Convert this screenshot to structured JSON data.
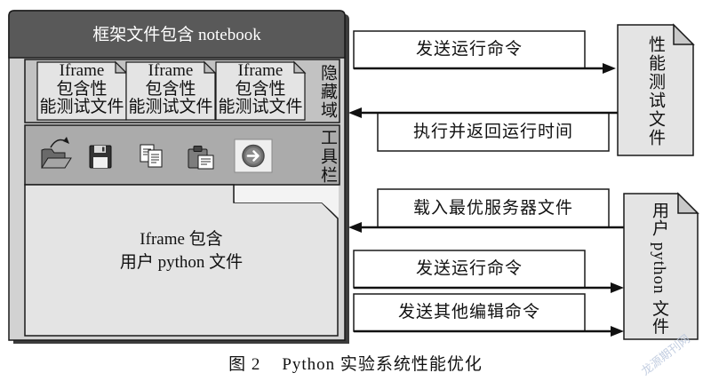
{
  "frame": {
    "title": "框架文件包含 notebook",
    "hidden_area": {
      "label": "隐藏域",
      "files": [
        {
          "lines": [
            "Iframe",
            "包含性",
            "能测试文件"
          ]
        },
        {
          "lines": [
            "Iframe",
            "包含性",
            "能测试文件"
          ]
        },
        {
          "lines": [
            "Iframe",
            "包含性",
            "能测试文件"
          ]
        }
      ]
    },
    "toolbar": {
      "label": "工具栏",
      "icons": [
        "open-folder-icon",
        "save-disk-icon",
        "copy-icon",
        "paste-icon",
        "run-arrow-icon"
      ]
    },
    "main_file": {
      "lines": [
        "Iframe 包含",
        "用户 python 文件"
      ]
    }
  },
  "flows": [
    {
      "label": "发送运行命令"
    },
    {
      "label": "执行并返回运行时间"
    },
    {
      "label": "载入最优服务器文件"
    },
    {
      "label": "发送运行命令"
    },
    {
      "label": "发送其他编辑命令"
    }
  ],
  "documents": {
    "performance_test_file": "性能测试文件",
    "user_python_file": "用户 python 文件"
  },
  "caption": {
    "figure_number": "图 2",
    "title": "Python 实验系统性能优化"
  },
  "watermark": "龙源期刊网",
  "colors": {
    "title_bar": "#595959",
    "frame_body": "#d2d2d2",
    "hidden_area": "#c2c2c2",
    "toolbar": "#ababab",
    "document": "#e4e4e4",
    "stroke": "#1a1a1a"
  }
}
